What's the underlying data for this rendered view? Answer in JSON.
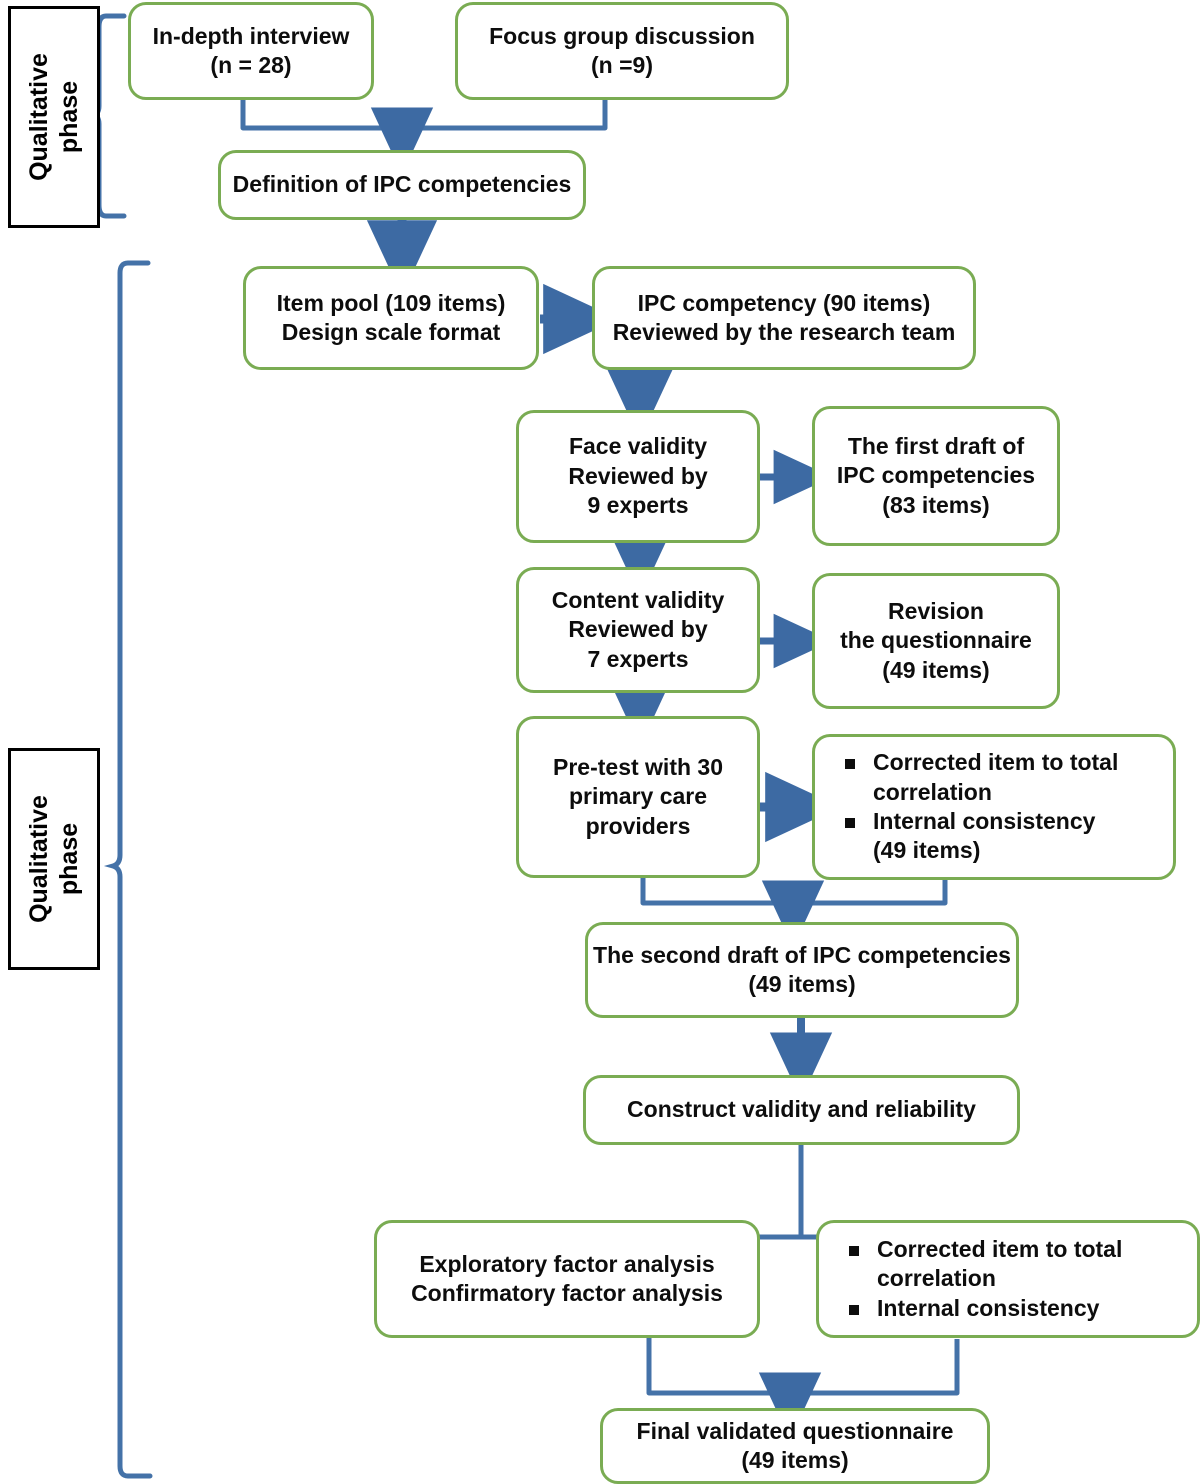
{
  "diagram": {
    "title": "IPC competency questionnaire development flowchart",
    "colors": {
      "box_border_green": "#7aac53",
      "connector_blue": "#4472a8",
      "phase_label_border": "#000000",
      "text": "#0d0d0d",
      "background": "#ffffff"
    }
  },
  "phase_labels": [
    {
      "id": "phase-qualitative",
      "lines": [
        "Qualitative",
        "phase"
      ]
    },
    {
      "id": "phase-quantitative",
      "lines": [
        "Qualitative",
        "phase"
      ]
    }
  ],
  "nodes": [
    {
      "id": "in-depth-interview",
      "lines": [
        "In-depth interview",
        "(n = 28)"
      ]
    },
    {
      "id": "focus-group",
      "lines": [
        "Focus group discussion",
        "(n =9)"
      ]
    },
    {
      "id": "definition-ipc",
      "lines": [
        "Definition of IPC competencies"
      ]
    },
    {
      "id": "item-pool",
      "lines": [
        "Item pool (109 items)",
        "Design scale format"
      ]
    },
    {
      "id": "ipc-competency",
      "lines": [
        "IPC competency (90 items)",
        "Reviewed by the research team"
      ]
    },
    {
      "id": "face-validity",
      "lines": [
        "Face validity",
        "Reviewed by",
        "9 experts"
      ]
    },
    {
      "id": "first-draft",
      "lines": [
        "The first draft of",
        "IPC competencies",
        "(83 items)"
      ]
    },
    {
      "id": "content-validity",
      "lines": [
        "Content validity",
        "Reviewed by",
        "7 experts"
      ]
    },
    {
      "id": "revision",
      "lines": [
        "Revision",
        "the questionnaire",
        "(49 items)"
      ]
    },
    {
      "id": "pre-test",
      "lines": [
        "Pre-test with 30",
        "primary care",
        "providers"
      ]
    },
    {
      "id": "item-analysis-1",
      "bullets": [
        {
          "marker": true,
          "text": "Corrected item to total"
        },
        {
          "marker": false,
          "text": "correlation"
        },
        {
          "marker": true,
          "text": "Internal consistency"
        },
        {
          "marker": false,
          "text": "(49 items)"
        }
      ]
    },
    {
      "id": "second-draft",
      "lines": [
        "The second draft of IPC competencies",
        "(49 items)"
      ]
    },
    {
      "id": "construct-validity",
      "lines": [
        "Construct validity and reliability"
      ]
    },
    {
      "id": "factor-analysis",
      "lines": [
        "Exploratory factor analysis",
        "Confirmatory factor analysis"
      ]
    },
    {
      "id": "item-analysis-2",
      "bullets": [
        {
          "marker": true,
          "text": "Corrected item to total"
        },
        {
          "marker": false,
          "text": "correlation"
        },
        {
          "marker": true,
          "text": "Internal consistency"
        }
      ]
    },
    {
      "id": "final-questionnaire",
      "lines": [
        "Final validated questionnaire",
        "(49 items)"
      ]
    }
  ]
}
